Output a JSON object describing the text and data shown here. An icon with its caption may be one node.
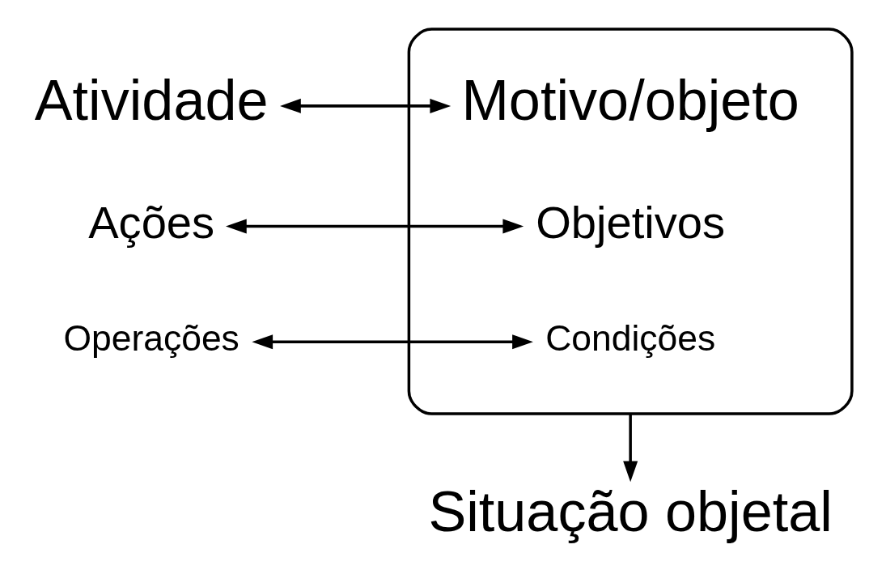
{
  "diagram": {
    "nodes": [
      {
        "text": [
          "Atividade"
        ]
      },
      {
        "text": [],
        "shape": "box"
      },
      {
        "text": [
          "Motivo/objeto"
        ],
        "in": 1
      },
      {
        "text": [
          "Ações"
        ]
      },
      {
        "text": [
          "Objetivos"
        ],
        "in": 1
      },
      {
        "text": [
          "Operações"
        ]
      },
      {
        "text": [
          "Condições"
        ],
        "in": 1
      },
      {
        "text": [
          "Situação objetal"
        ]
      }
    ],
    "edges": [
      {
        "from": 0,
        "to": 2,
        "arrow": "both"
      },
      {
        "from": 3,
        "to": 4,
        "arrow": "both"
      },
      {
        "from": 5,
        "to": 6,
        "arrow": "both"
      },
      {
        "from": 1,
        "to": 7,
        "arrow": "to"
      }
    ]
  }
}
